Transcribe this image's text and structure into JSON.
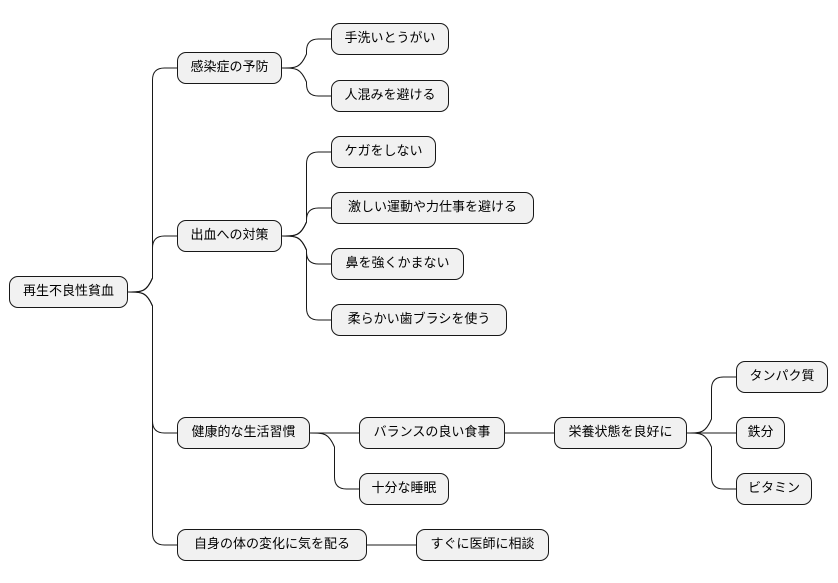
{
  "root": {
    "label": "再生不良性貧血"
  },
  "branches": [
    {
      "id": "infection",
      "label": "感染症の予防",
      "children": [
        {
          "id": "handwash",
          "label": "手洗いとうがい"
        },
        {
          "id": "crowd",
          "label": "人混みを避ける"
        }
      ]
    },
    {
      "id": "bleeding",
      "label": "出血への対策",
      "children": [
        {
          "id": "injury",
          "label": "ケガをしない"
        },
        {
          "id": "exercise",
          "label": "激しい運動や力仕事を避ける"
        },
        {
          "id": "nose",
          "label": "鼻を強くかまない"
        },
        {
          "id": "toothbrush",
          "label": "柔らかい歯ブラシを使う"
        }
      ]
    },
    {
      "id": "habits",
      "label": "健康的な生活習慣",
      "children": [
        {
          "id": "diet",
          "label": "バランスの良い食事",
          "children": [
            {
              "id": "nutrition",
              "label": "栄養状態を良好に",
              "children": [
                {
                  "id": "protein",
                  "label": "タンパク質"
                },
                {
                  "id": "iron",
                  "label": "鉄分"
                },
                {
                  "id": "vitamin",
                  "label": "ビタミン"
                }
              ]
            }
          ]
        },
        {
          "id": "sleep",
          "label": "十分な睡眠"
        }
      ]
    },
    {
      "id": "body",
      "label": "自身の体の変化に気を配る",
      "children": [
        {
          "id": "doctor",
          "label": "すぐに医師に相談"
        }
      ]
    }
  ]
}
